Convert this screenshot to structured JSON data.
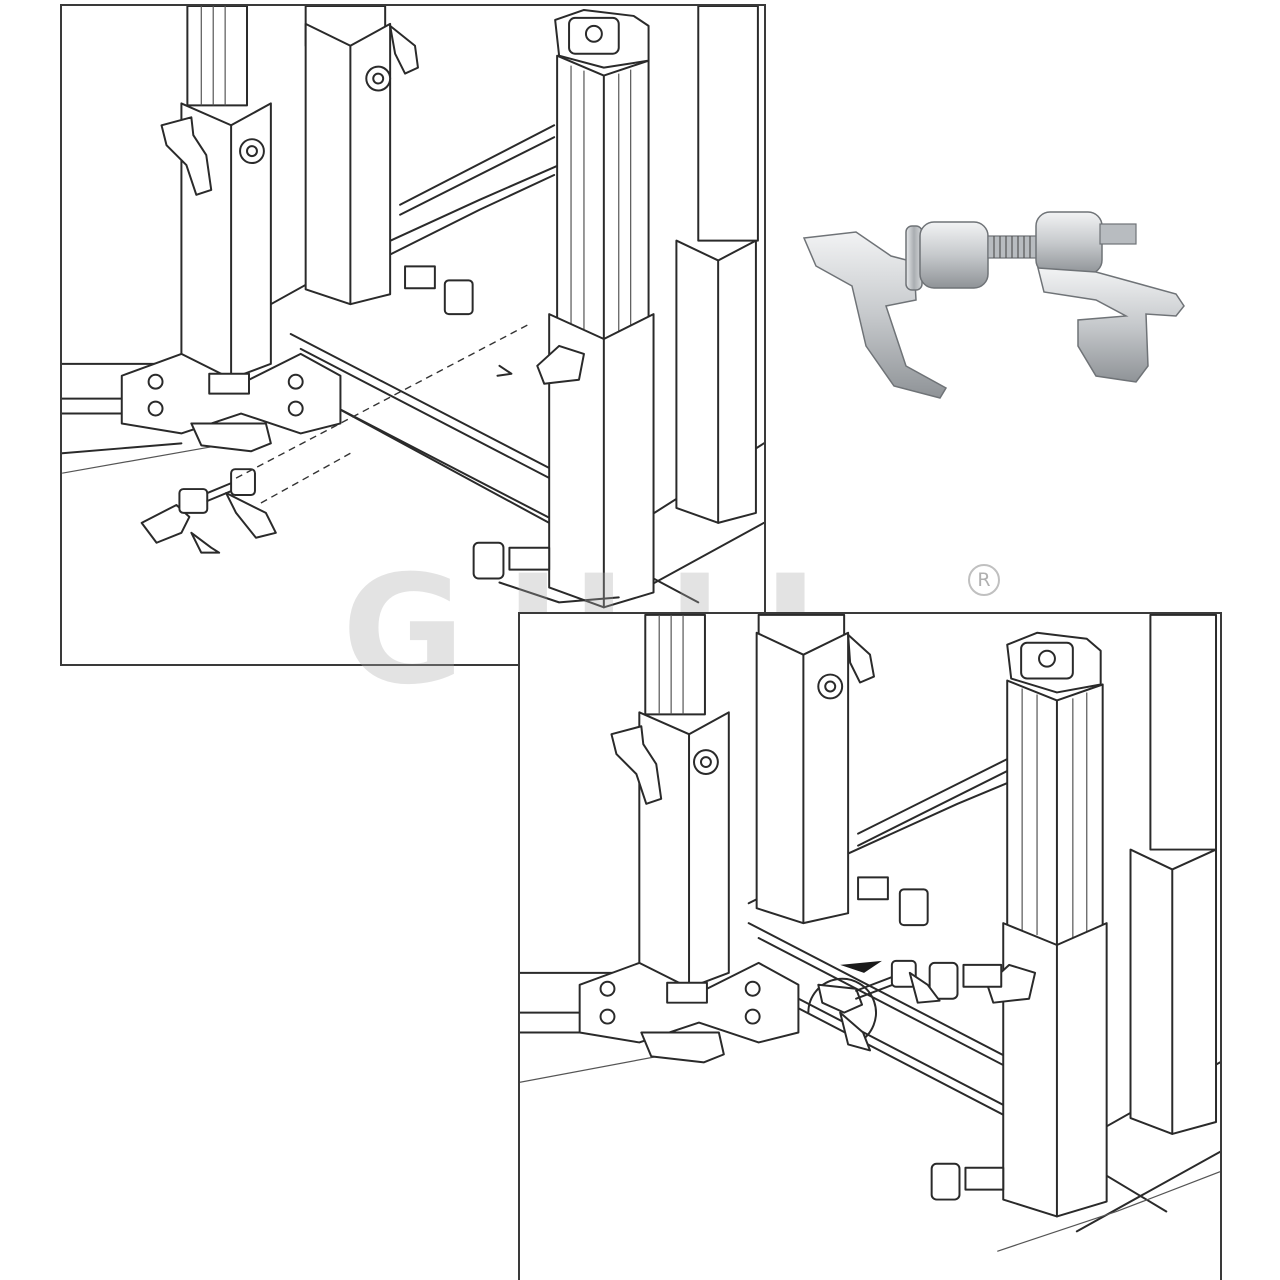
{
  "watermark": {
    "brand": "GUIL",
    "registered_mark": "R"
  },
  "figures": [
    {
      "id": "assembly-before",
      "illustration": "line-drawing"
    },
    {
      "id": "clamp-photo",
      "illustration": "product-photo"
    },
    {
      "id": "assembly-after",
      "illustration": "line-drawing"
    }
  ],
  "colors": {
    "line": "#2a2a2a",
    "background": "#ffffff",
    "metal": "#c9cbcd",
    "watermark": "#aaaaaa"
  }
}
